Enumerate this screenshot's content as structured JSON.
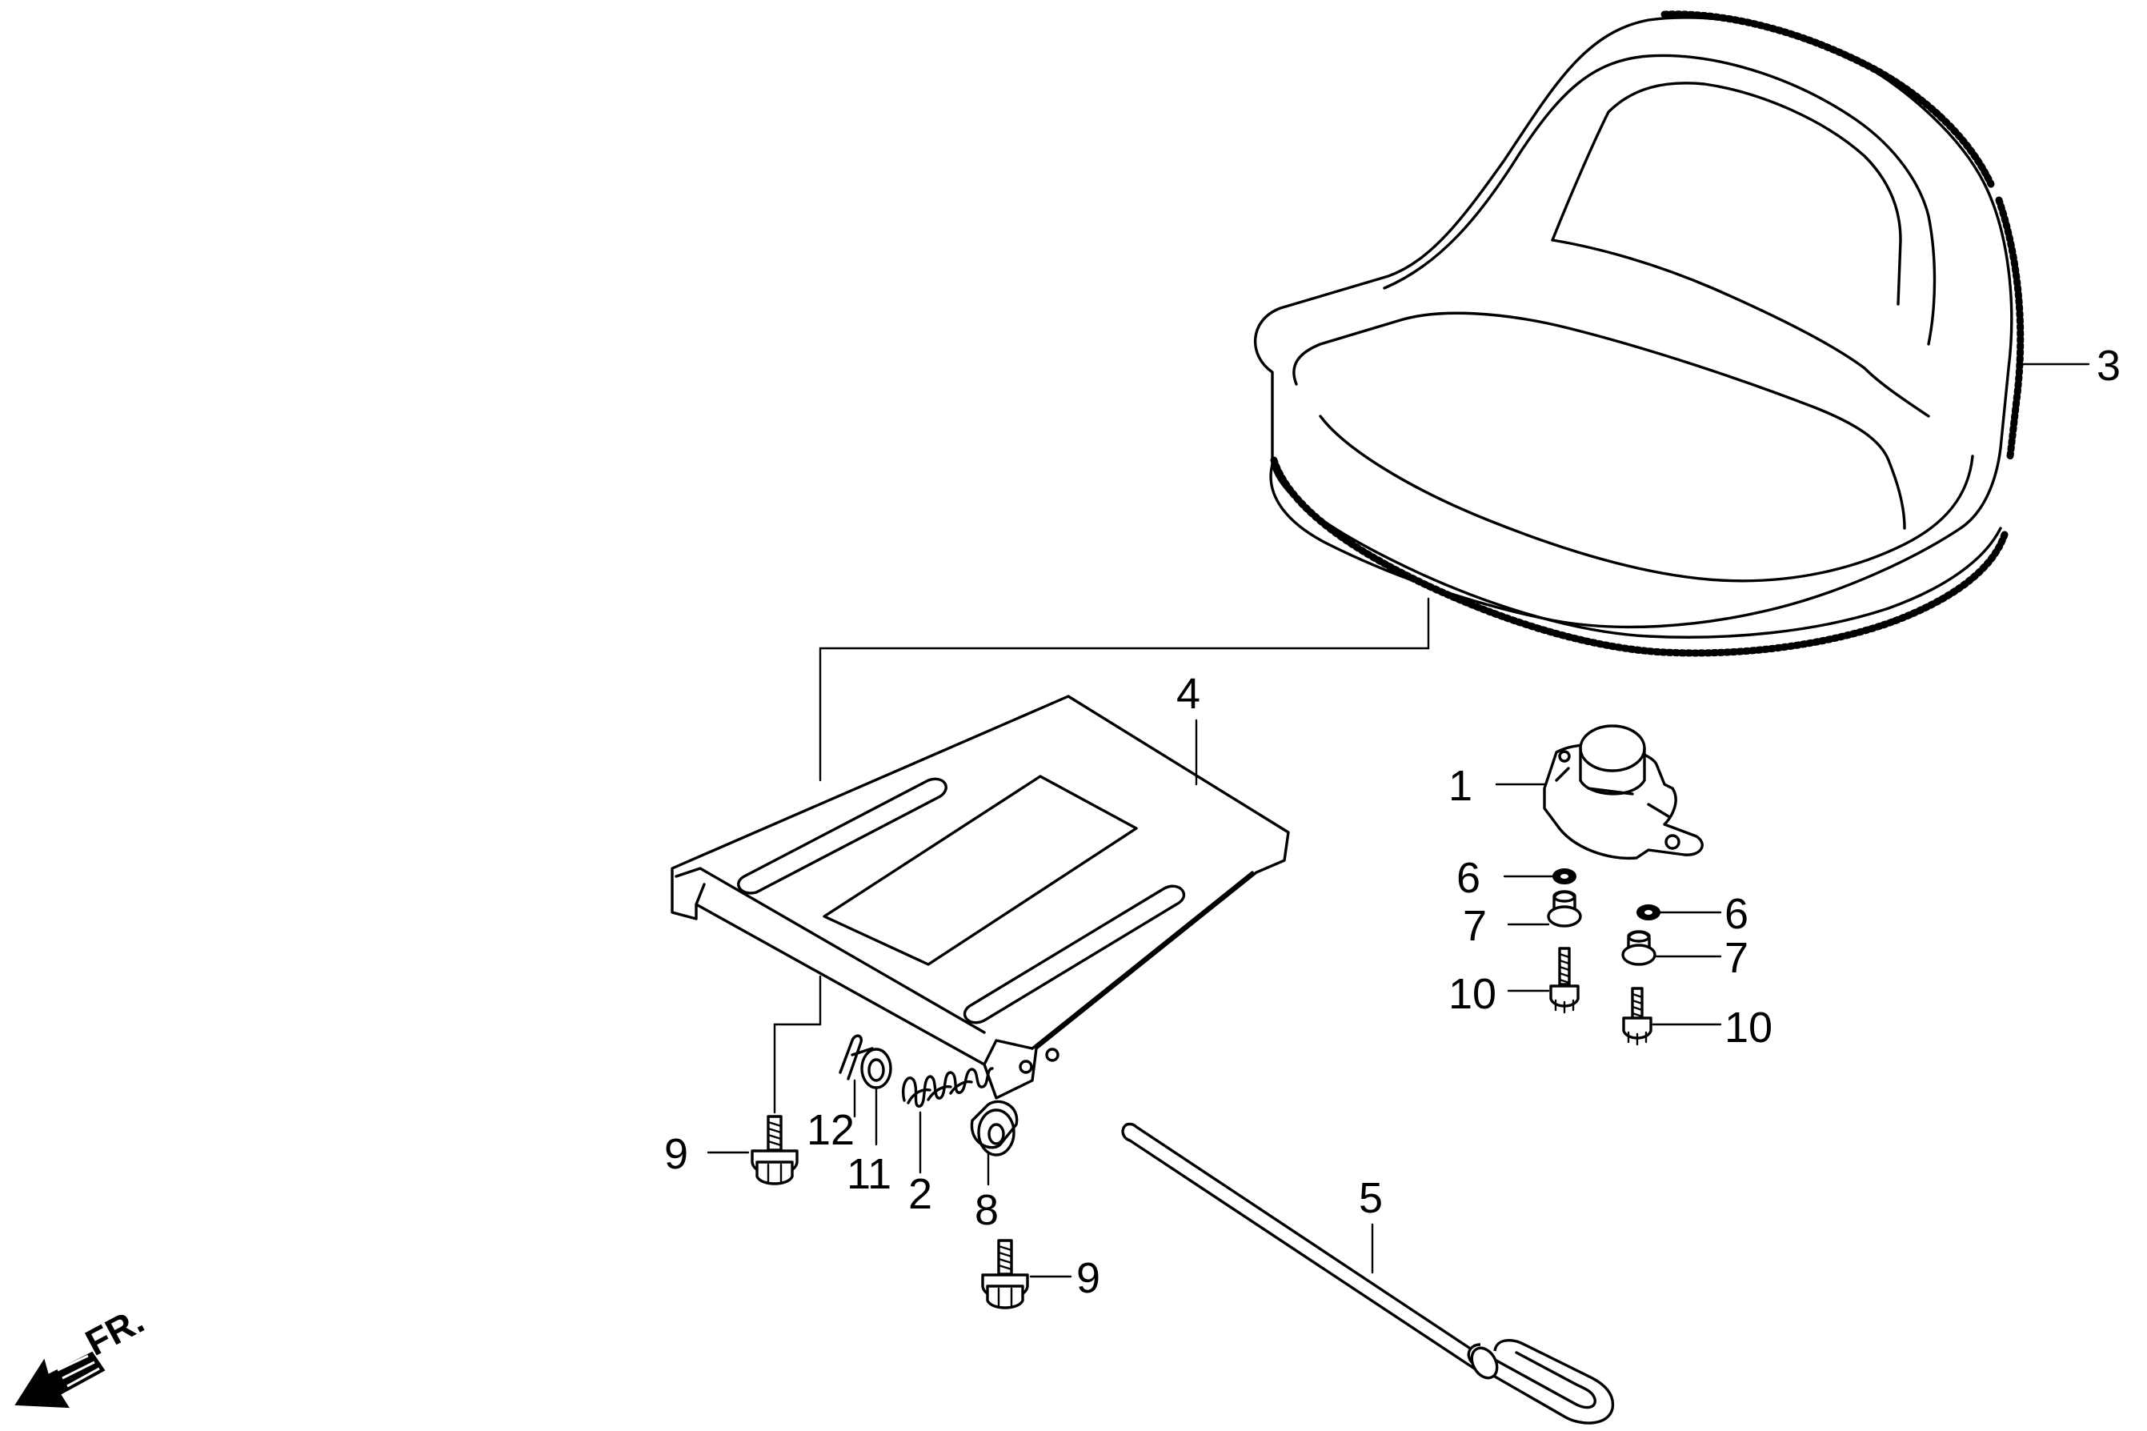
{
  "diagram": {
    "callouts": [
      {
        "id": "p1",
        "text": "1"
      },
      {
        "id": "p2",
        "text": "2"
      },
      {
        "id": "p3",
        "text": "3"
      },
      {
        "id": "p4",
        "text": "4"
      },
      {
        "id": "p5",
        "text": "5"
      },
      {
        "id": "p6a",
        "text": "6"
      },
      {
        "id": "p6b",
        "text": "6"
      },
      {
        "id": "p7a",
        "text": "7"
      },
      {
        "id": "p7b",
        "text": "7"
      },
      {
        "id": "p8",
        "text": "8"
      },
      {
        "id": "p9a",
        "text": "9"
      },
      {
        "id": "p9b",
        "text": "9"
      },
      {
        "id": "p10a",
        "text": "10"
      },
      {
        "id": "p10b",
        "text": "10"
      },
      {
        "id": "p11",
        "text": "11"
      },
      {
        "id": "p12",
        "text": "12"
      }
    ],
    "direction_label": "FR."
  }
}
